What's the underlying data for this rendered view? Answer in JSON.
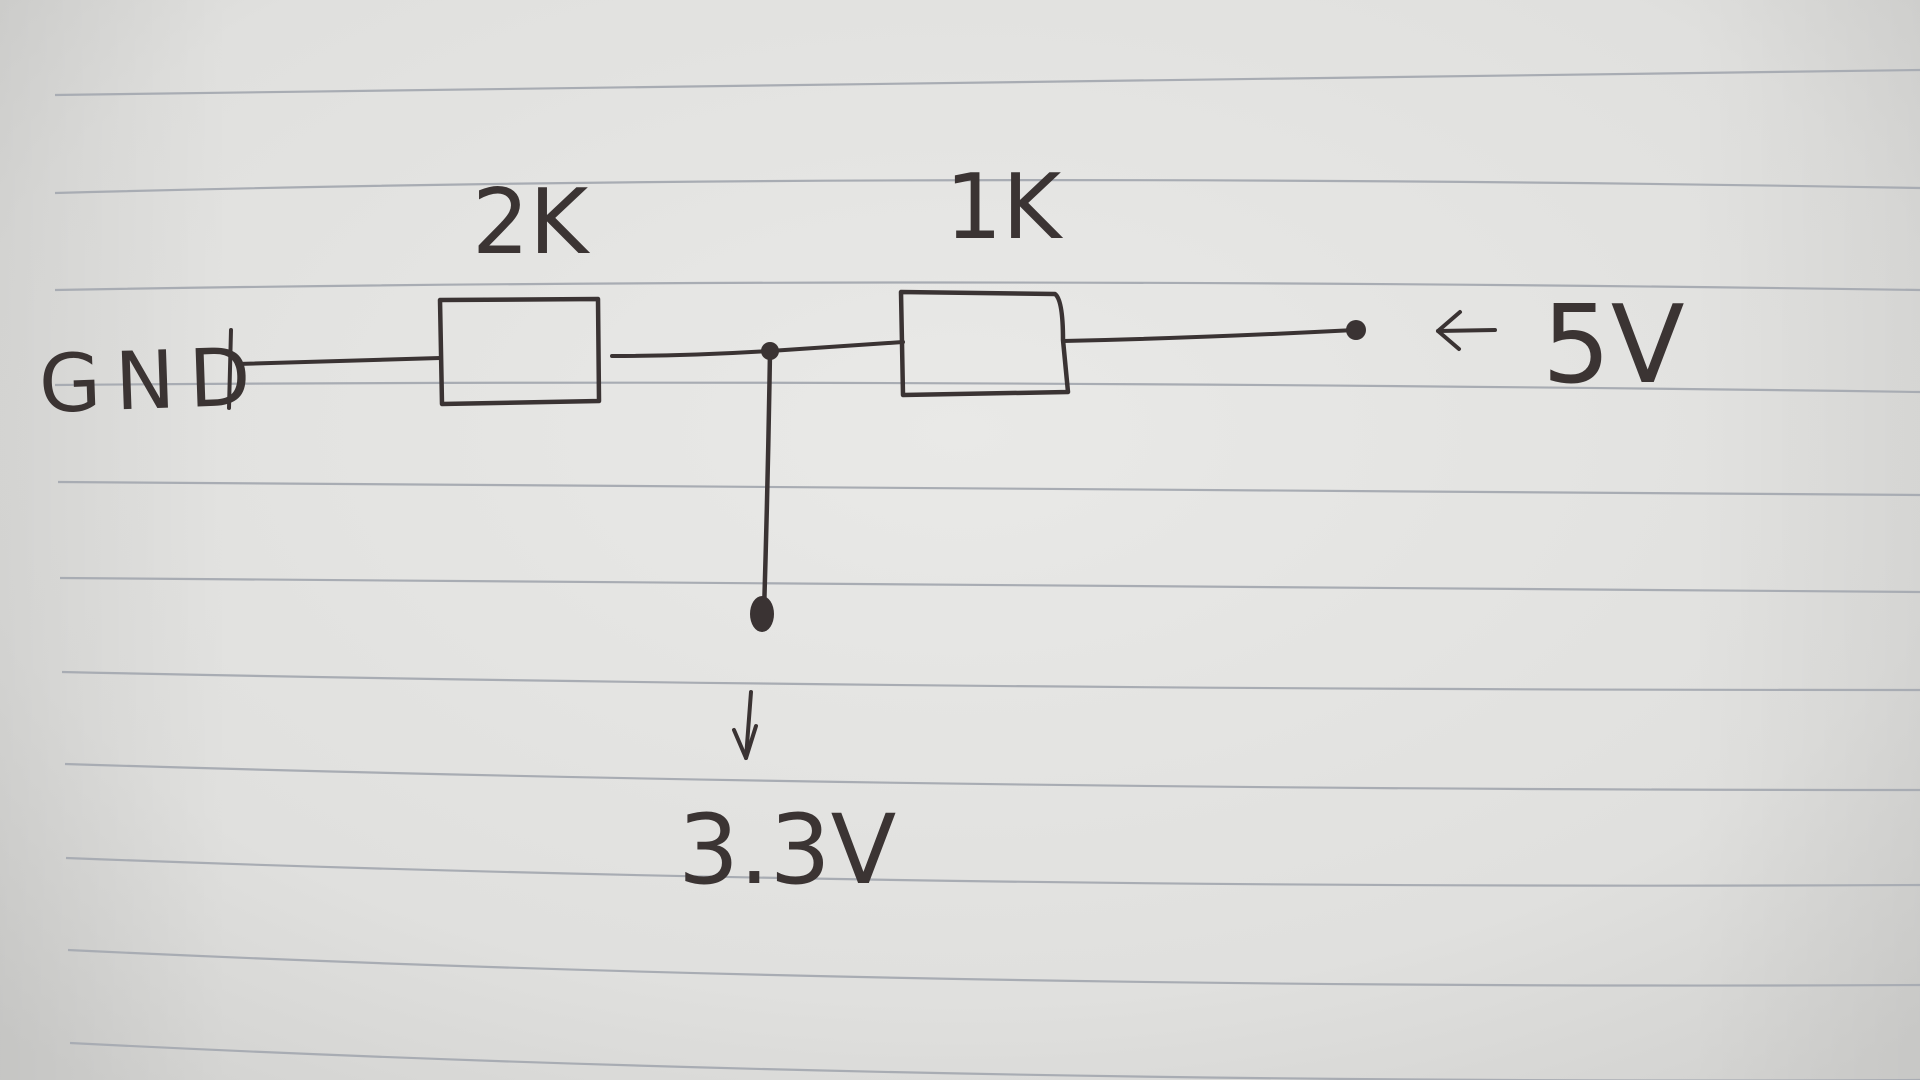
{
  "diagram": {
    "labels": {
      "gnd": "GND",
      "r1": "2K",
      "r2": "1K",
      "vin": "5V",
      "vout": "3.3V"
    },
    "colors": {
      "paper": "#e6e6e4",
      "rule_line": "#a8acb3",
      "ink": "#3a3333"
    },
    "icons": {
      "ground": "ground-bar-icon",
      "input_arrow": "left-arrow-icon",
      "output_arrow": "down-arrow-icon"
    }
  }
}
